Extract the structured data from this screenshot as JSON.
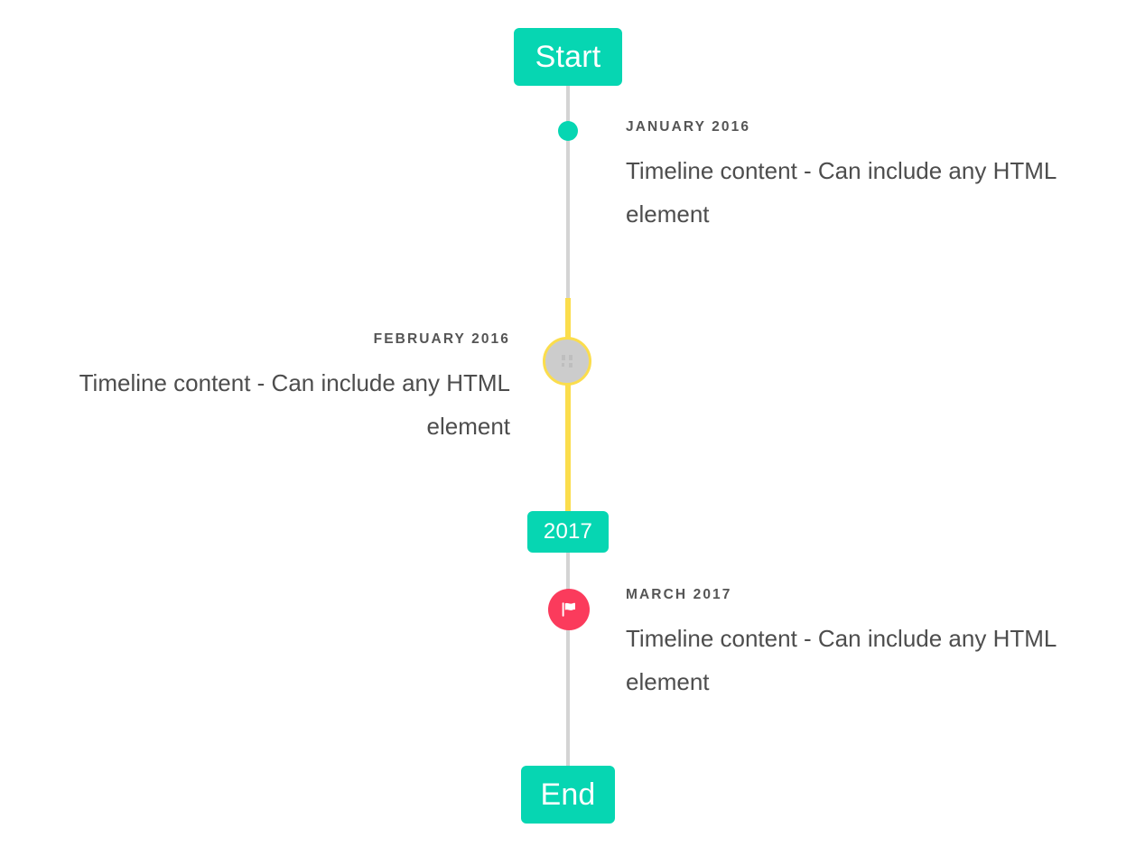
{
  "timeline": {
    "start_cap": {
      "label": "Start",
      "color": "#06d6b2"
    },
    "year_cap": {
      "label": "2017",
      "color": "#06d6b2"
    },
    "end_cap": {
      "label": "End",
      "color": "#06d6b2"
    },
    "rail_color": "#d4d4d4",
    "rail_active_color": "#fbdd4c",
    "events": [
      {
        "date": "January 2016",
        "text": "Timeline content - Can include any HTML element",
        "side": "right",
        "marker": {
          "type": "dot",
          "icon": "dot-icon",
          "color": "#06d6b2"
        }
      },
      {
        "date": "February 2016",
        "text": "Timeline content - Can include any HTML element",
        "side": "left",
        "marker": {
          "type": "pending",
          "icon": "missing-glyph-icon",
          "color": "#cccccc",
          "border_color": "#fbdd4c"
        }
      },
      {
        "date": "March 2017",
        "text": "Timeline content - Can include any HTML element",
        "side": "right",
        "marker": {
          "type": "flag",
          "icon": "flag-icon",
          "color": "#fb3b5c"
        }
      }
    ]
  }
}
